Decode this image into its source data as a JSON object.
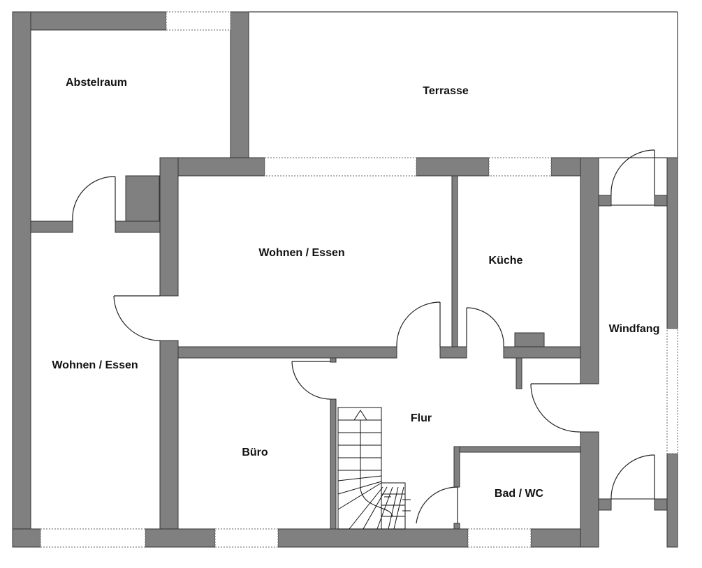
{
  "rooms": {
    "abstelraum": "Abstelraum",
    "terrasse": "Terrasse",
    "wohnen_essen_main": "Wohnen / Essen",
    "kueche": "Küche",
    "windfang": "Windfang",
    "wohnen_essen_west": "Wohnen / Essen",
    "flur": "Flur",
    "buero": "Büro",
    "bad_wc": "Bad / WC"
  }
}
